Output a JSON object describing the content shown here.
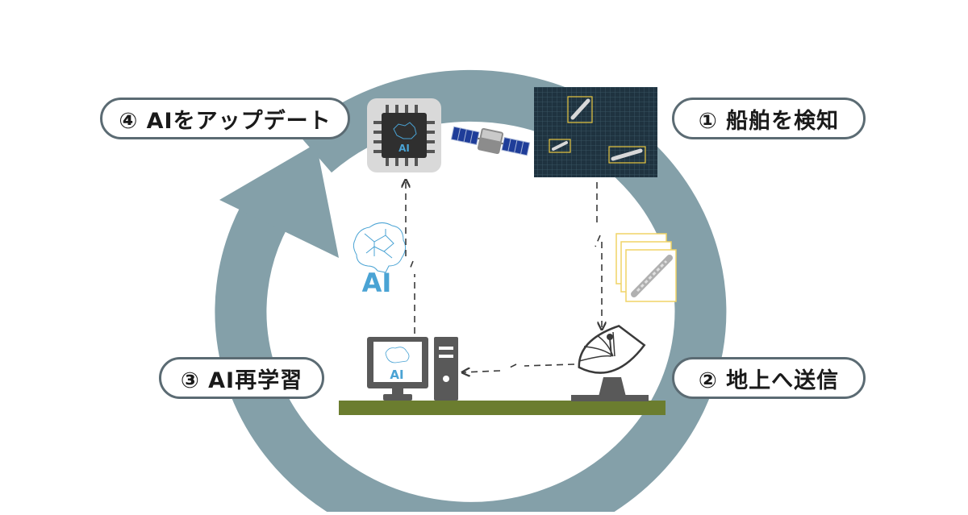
{
  "steps": [
    {
      "label": "① 船舶を検知"
    },
    {
      "label": "② 地上へ送信"
    },
    {
      "label": "③ AI再学習"
    },
    {
      "label": "④ AIをアップデート"
    }
  ],
  "icons": {
    "chip_label": "AI",
    "brain_label": "AI",
    "monitor_label": "AI"
  },
  "colors": {
    "cycle_ring": "#84a0a9",
    "pill_border": "#5b6b73",
    "ground": "#6b7d2f",
    "satellite_image_bg": "#1f3340",
    "detection_box": "#e8c840",
    "ai_blue": "#4aa3d4",
    "device_gray": "#595959"
  }
}
